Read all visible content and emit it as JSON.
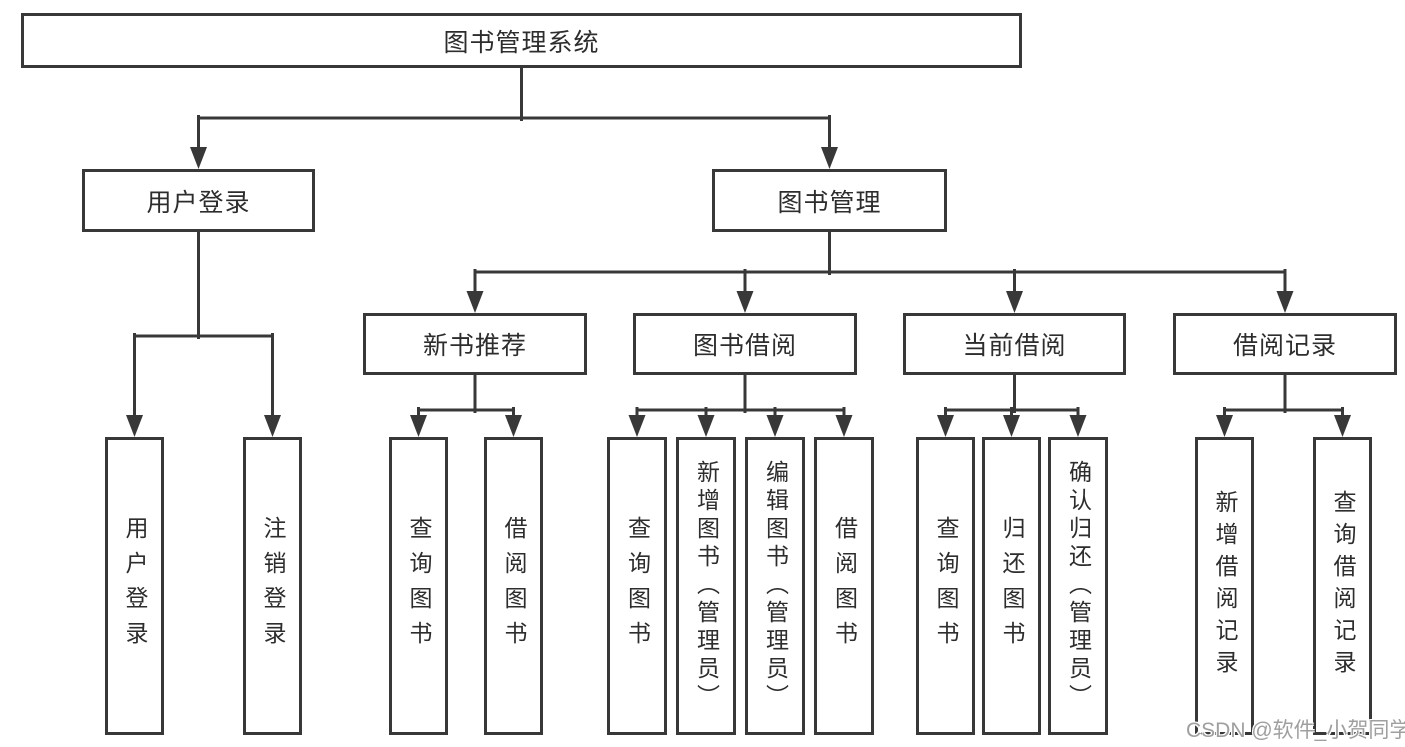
{
  "diagram_type": "functional-structure-tree",
  "root": {
    "label": "图书管理系统"
  },
  "branches": [
    {
      "label": "用户登录",
      "children": [
        {
          "label": "用户登录"
        },
        {
          "label": "注销登录"
        }
      ]
    },
    {
      "label": "图书管理",
      "children": [
        {
          "label": "新书推荐",
          "children": [
            {
              "label": "查询图书"
            },
            {
              "label": "借阅图书"
            }
          ]
        },
        {
          "label": "图书借阅",
          "children": [
            {
              "label": "查询图书"
            },
            {
              "label": "新增图书（管理员）"
            },
            {
              "label": "编辑图书（管理员）"
            },
            {
              "label": "借阅图书"
            }
          ]
        },
        {
          "label": "当前借阅",
          "children": [
            {
              "label": "查询图书"
            },
            {
              "label": "归还图书"
            },
            {
              "label": "确认归还（管理员）"
            }
          ]
        },
        {
          "label": "借阅记录",
          "children": [
            {
              "label": "新增借阅记录"
            },
            {
              "label": "查询借阅记录"
            }
          ]
        }
      ]
    }
  ],
  "watermark": "CSDN @软件_小贺同学",
  "colors": {
    "line": "#383838",
    "box_background": "#ffffff",
    "text": "#2d2d2d",
    "watermark": "#9f9f9f",
    "background": "#ffffff"
  }
}
